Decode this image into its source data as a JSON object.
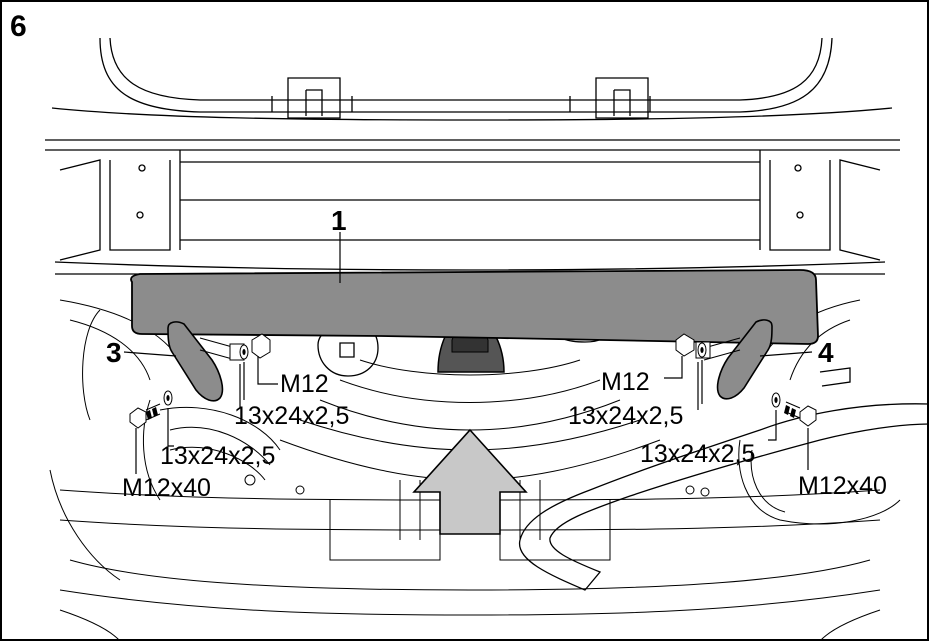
{
  "step_number": "6",
  "part_labels": {
    "bar": "1",
    "left_bracket": "3",
    "right_bracket": "4"
  },
  "hardware_labels": {
    "left_nut": "M12",
    "left_upper_washer": "13x24x2,5",
    "left_lower_washer": "13x24x2,5",
    "left_bolt": "M12x40",
    "right_nut": "M12",
    "right_upper_washer": "13x24x2,5",
    "right_lower_washer": "13x24x2,5",
    "right_bolt": "M12x40"
  },
  "colors": {
    "tow_bar": "#8c8c8c",
    "bracket": "#8c8c8c",
    "direction_arrow": "#c8c8c8",
    "outline": "#000000"
  }
}
